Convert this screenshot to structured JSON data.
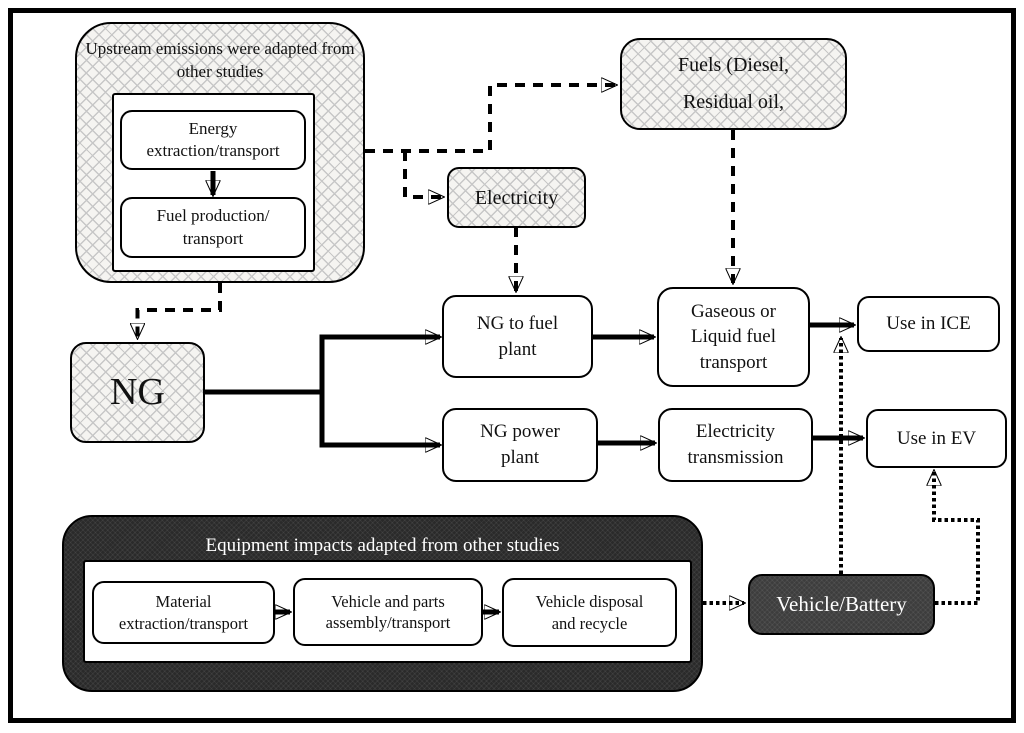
{
  "palette": {
    "background": "#ffffff",
    "line_color": "#000000",
    "hatch_fill": "#f5f4f1",
    "hatch_line": "#c7c7c7",
    "dark_group_fill": "#2a2a2a",
    "dark_node_fill": "#3d3d3d",
    "text_dark": "#111111",
    "text_light": "#ffffff"
  },
  "boxes": {
    "upstream_group": {
      "title_lines": [
        "Upstream emissions were",
        "adapted from other studies"
      ]
    },
    "energy_extraction": {
      "lines": [
        "Energy",
        "extraction/transport"
      ]
    },
    "fuel_production": {
      "lines": [
        "Fuel production/",
        "transport"
      ]
    },
    "ng": {
      "lines": [
        "NG"
      ]
    },
    "electricity": {
      "lines": [
        "Electricity"
      ]
    },
    "fuels": {
      "lines": [
        "Fuels (Diesel,",
        "Residual oil,"
      ]
    },
    "ng_to_fuel_plant": {
      "lines": [
        "NG to fuel",
        "plant"
      ]
    },
    "gaseous_liquid_fuel_transport": {
      "lines": [
        "Gaseous or",
        "Liquid fuel",
        "transport"
      ]
    },
    "ng_power_plant": {
      "lines": [
        "NG power",
        "plant"
      ]
    },
    "electricity_transmission": {
      "lines": [
        "Electricity",
        "transmission"
      ]
    },
    "use_in_ice": {
      "lines": [
        "Use in ICE"
      ]
    },
    "use_in_ev": {
      "lines": [
        "Use in EV"
      ]
    },
    "equipment_group": {
      "title": "Equipment impacts adapted from other studies"
    },
    "material_extraction": {
      "lines": [
        "Material",
        "extraction/transport"
      ]
    },
    "vehicle_parts_assembly": {
      "lines": [
        "Vehicle and parts",
        "assembly/transport"
      ]
    },
    "vehicle_disposal_recycle": {
      "lines": [
        "Vehicle disposal",
        "and recycle"
      ]
    },
    "vehicle_battery": {
      "lines": [
        "Vehicle/Battery"
      ]
    }
  }
}
